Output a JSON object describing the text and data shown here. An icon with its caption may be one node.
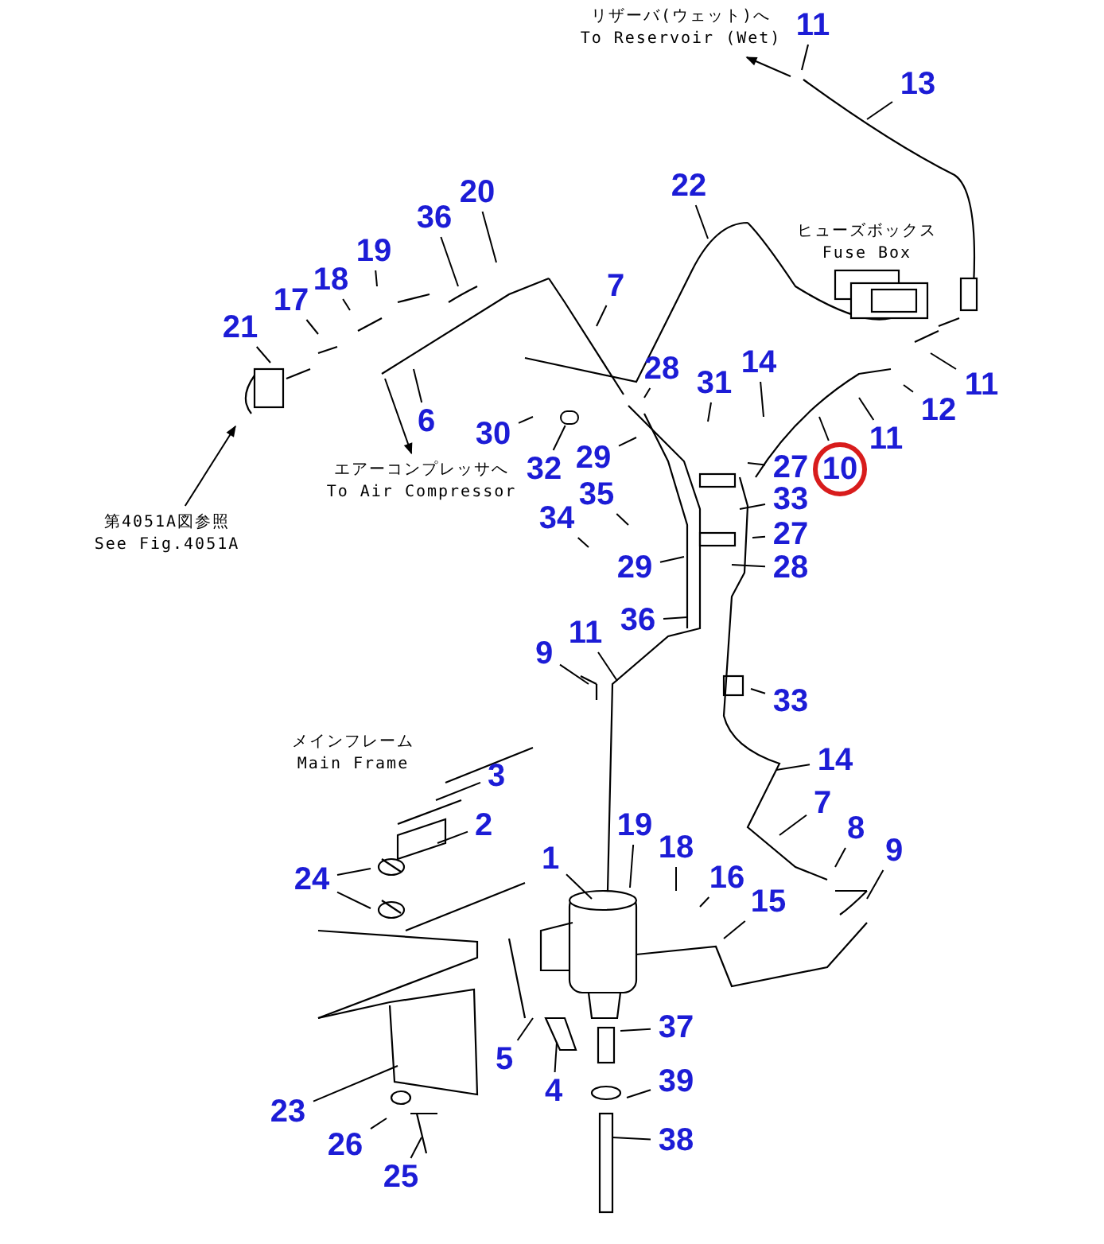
{
  "diagram": {
    "nodes": [
      {
        "text": [
          "リザーバ(ウェット)へ",
          "To Reservoir (Wet)"
        ]
      },
      {
        "text": [
          "11"
        ]
      },
      {
        "text": [
          "13"
        ]
      },
      {
        "text": [
          "22"
        ]
      },
      {
        "text": [
          "20"
        ]
      },
      {
        "text": [
          "36"
        ]
      },
      {
        "text": [
          "ヒューズボックス",
          "Fuse Box"
        ]
      },
      {
        "text": [
          "19"
        ]
      },
      {
        "text": [
          "7"
        ]
      },
      {
        "text": [
          "17"
        ]
      },
      {
        "text": [
          "18"
        ]
      },
      {
        "text": [
          "21"
        ]
      },
      {
        "text": [
          "14"
        ]
      },
      {
        "text": [
          "28"
        ]
      },
      {
        "text": [
          "31"
        ]
      },
      {
        "text": [
          "11"
        ]
      },
      {
        "text": [
          "12"
        ]
      },
      {
        "text": [
          "6"
        ]
      },
      {
        "text": [
          "30"
        ]
      },
      {
        "text": [
          "11"
        ]
      },
      {
        "text": [
          "29"
        ]
      },
      {
        "text": [
          "27"
        ]
      },
      {
        "text": [
          "10"
        ]
      },
      {
        "text": [
          "32"
        ]
      },
      {
        "text": [
          "エアーコンプレッサへ",
          "To Air Compressor"
        ]
      },
      {
        "text": [
          "35"
        ]
      },
      {
        "text": [
          "33"
        ]
      },
      {
        "text": [
          "34"
        ]
      },
      {
        "text": [
          "第4051A図参照",
          "See Fig.4051A"
        ]
      },
      {
        "text": [
          "27"
        ]
      },
      {
        "text": [
          "29"
        ]
      },
      {
        "text": [
          "28"
        ]
      },
      {
        "text": [
          "36"
        ]
      },
      {
        "text": [
          "11"
        ]
      },
      {
        "text": [
          "9"
        ]
      },
      {
        "text": [
          "33"
        ]
      },
      {
        "text": [
          "メインフレーム",
          "Main Frame"
        ]
      },
      {
        "text": [
          "14"
        ]
      },
      {
        "text": [
          "3"
        ]
      },
      {
        "text": [
          "7"
        ]
      },
      {
        "text": [
          "2"
        ]
      },
      {
        "text": [
          "8"
        ]
      },
      {
        "text": [
          "19"
        ]
      },
      {
        "text": [
          "18"
        ]
      },
      {
        "text": [
          "9"
        ]
      },
      {
        "text": [
          "1"
        ]
      },
      {
        "text": [
          "16"
        ]
      },
      {
        "text": [
          "24"
        ]
      },
      {
        "text": [
          "15"
        ]
      },
      {
        "text": [
          "37"
        ]
      },
      {
        "text": [
          "5"
        ]
      },
      {
        "text": [
          "39"
        ]
      },
      {
        "text": [
          "4"
        ]
      },
      {
        "text": [
          "23"
        ]
      },
      {
        "text": [
          "38"
        ]
      },
      {
        "text": [
          "26"
        ]
      },
      {
        "text": [
          "25"
        ]
      },
      {
        "text": [],
        "shape": "circle"
      }
    ],
    "edges": [
      {
        "from": null,
        "to": 0,
        "arrow": "to"
      },
      {
        "from": 1,
        "to": null,
        "arrow": "none"
      },
      {
        "from": 2,
        "to": null,
        "arrow": "none"
      },
      {
        "from": 3,
        "to": null,
        "arrow": "none"
      },
      {
        "from": 4,
        "to": null,
        "arrow": "none"
      },
      {
        "from": 5,
        "to": null,
        "arrow": "none"
      },
      {
        "from": 7,
        "to": null,
        "arrow": "none"
      },
      {
        "from": 8,
        "to": null,
        "arrow": "none"
      },
      {
        "from": 9,
        "to": null,
        "arrow": "none"
      },
      {
        "from": 10,
        "to": null,
        "arrow": "none"
      },
      {
        "from": 11,
        "to": null,
        "arrow": "none"
      },
      {
        "from": 12,
        "to": null,
        "arrow": "none"
      },
      {
        "from": 13,
        "to": null,
        "arrow": "none"
      },
      {
        "from": 14,
        "to": null,
        "arrow": "none"
      },
      {
        "from": 15,
        "to": null,
        "arrow": "none"
      },
      {
        "from": 16,
        "to": null,
        "arrow": "none"
      },
      {
        "from": 17,
        "to": null,
        "arrow": "none"
      },
      {
        "from": 18,
        "to": null,
        "arrow": "none"
      },
      {
        "from": 19,
        "to": null,
        "arrow": "none"
      },
      {
        "from": 20,
        "to": null,
        "arrow": "none"
      },
      {
        "from": 21,
        "to": null,
        "arrow": "none"
      },
      {
        "from": 22,
        "to": null,
        "arrow": "none"
      },
      {
        "from": 23,
        "to": 57,
        "arrow": "none"
      },
      {
        "from": null,
        "to": 24,
        "arrow": "to"
      },
      {
        "from": 25,
        "to": null,
        "arrow": "none"
      },
      {
        "from": 26,
        "to": null,
        "arrow": "none"
      },
      {
        "from": 27,
        "to": null,
        "arrow": "none"
      },
      {
        "from": 28,
        "to": null,
        "arrow": "to"
      },
      {
        "from": 29,
        "to": null,
        "arrow": "none"
      },
      {
        "from": 30,
        "to": null,
        "arrow": "none"
      },
      {
        "from": 31,
        "to": null,
        "arrow": "none"
      },
      {
        "from": 32,
        "to": null,
        "arrow": "none"
      },
      {
        "from": 33,
        "to": null,
        "arrow": "none"
      },
      {
        "from": 34,
        "to": null,
        "arrow": "none"
      },
      {
        "from": 35,
        "to": null,
        "arrow": "none"
      },
      {
        "from": 37,
        "to": null,
        "arrow": "none"
      },
      {
        "from": 38,
        "to": null,
        "arrow": "none"
      },
      {
        "from": 39,
        "to": null,
        "arrow": "none"
      },
      {
        "from": 40,
        "to": null,
        "arrow": "none"
      },
      {
        "from": 41,
        "to": null,
        "arrow": "none"
      },
      {
        "from": 42,
        "to": null,
        "arrow": "none"
      },
      {
        "from": 43,
        "to": null,
        "arrow": "none"
      },
      {
        "from": 44,
        "to": null,
        "arrow": "none"
      },
      {
        "from": 45,
        "to": null,
        "arrow": "none"
      },
      {
        "from": 46,
        "to": null,
        "arrow": "none"
      },
      {
        "from": 47,
        "to": null,
        "arrow": "none"
      },
      {
        "from": 47,
        "to": null,
        "arrow": "none"
      },
      {
        "from": 48,
        "to": null,
        "arrow": "none"
      },
      {
        "from": 49,
        "to": null,
        "arrow": "none"
      },
      {
        "from": 50,
        "to": null,
        "arrow": "none"
      },
      {
        "from": 51,
        "to": null,
        "arrow": "none"
      },
      {
        "from": 52,
        "to": null,
        "arrow": "none"
      },
      {
        "from": 53,
        "to": null,
        "arrow": "none"
      },
      {
        "from": 54,
        "to": null,
        "arrow": "none"
      },
      {
        "from": 55,
        "to": null,
        "arrow": "none"
      },
      {
        "from": 56,
        "to": null,
        "arrow": "none"
      }
    ]
  }
}
